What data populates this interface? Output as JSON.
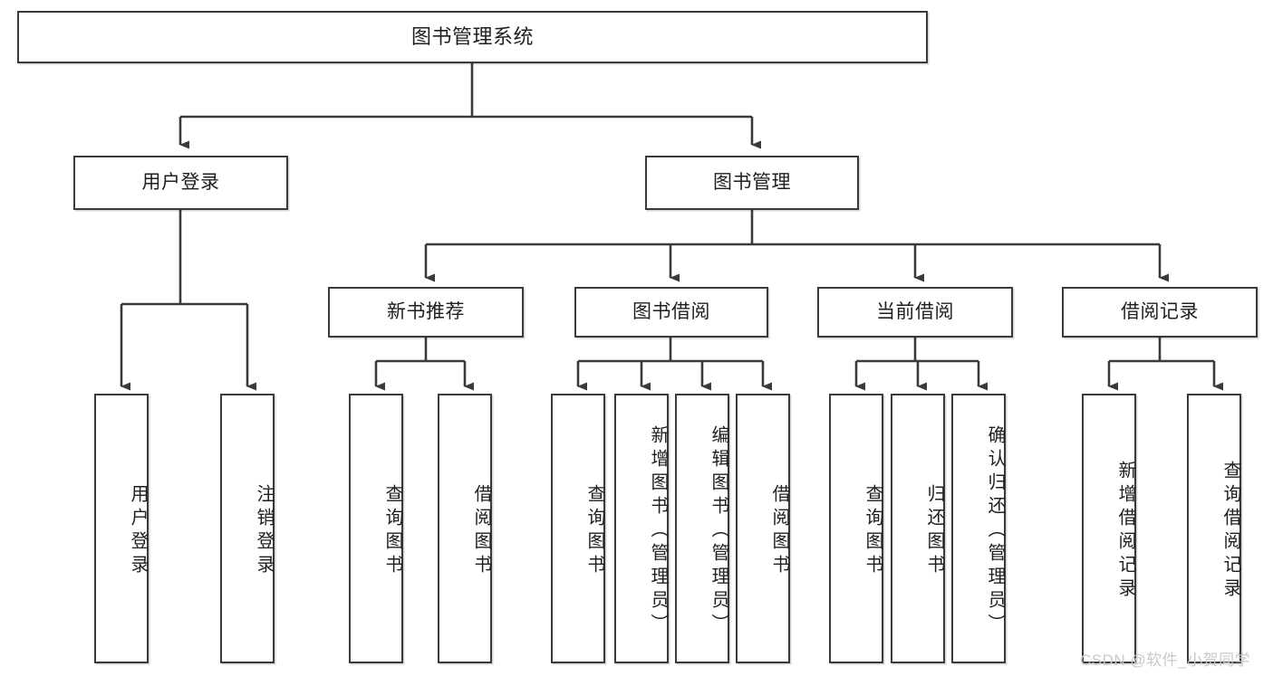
{
  "diagram": {
    "title": "图书管理系统",
    "type": "tree-hierarchy-diagram",
    "watermark": "CSDN @软件_小贺同学",
    "colors": {
      "box_border": "#3a3a3a",
      "box_fill": "#ffffff",
      "edge": "#3a3a3a",
      "text": "#1f1f1f",
      "watermark": "#c9c9c9",
      "background": "#ffffff"
    },
    "levels": {
      "root": {
        "label": "图书管理系统"
      },
      "level2": [
        {
          "label": "用户登录"
        },
        {
          "label": "图书管理"
        }
      ],
      "level3": [
        {
          "label": "新书推荐"
        },
        {
          "label": "图书借阅"
        },
        {
          "label": "当前借阅"
        },
        {
          "label": "借阅记录"
        }
      ],
      "leaves": {
        "user_login": [
          {
            "label": "用户登录"
          },
          {
            "label": "注销登录"
          }
        ],
        "new_book_recommend": [
          {
            "label": "查询图书"
          },
          {
            "label": "借阅图书"
          }
        ],
        "book_borrow": [
          {
            "label": "查询图书"
          },
          {
            "label": "新增图书（管理员）"
          },
          {
            "label": "编辑图书（管理员）"
          },
          {
            "label": "借阅图书"
          }
        ],
        "current_borrow": [
          {
            "label": "查询图书"
          },
          {
            "label": "归还图书"
          },
          {
            "label": "确认归还（管理员）"
          }
        ],
        "borrow_record": [
          {
            "label": "新增借阅记录"
          },
          {
            "label": "查询借阅记录"
          }
        ]
      }
    }
  }
}
